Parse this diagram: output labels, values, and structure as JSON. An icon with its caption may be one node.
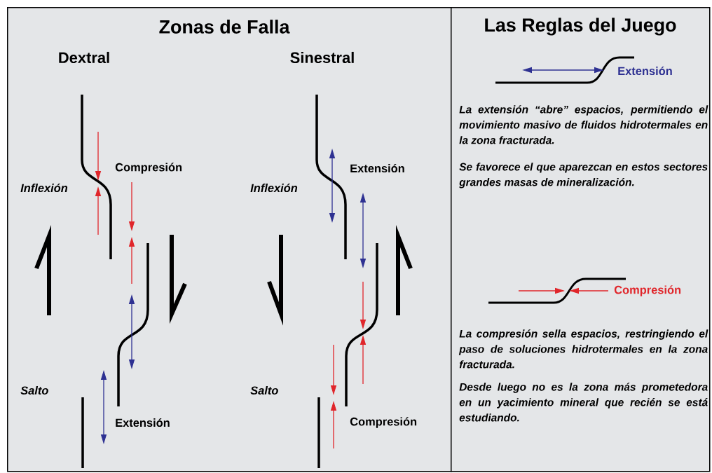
{
  "diagram": {
    "nodes": [
      {
        "text": [
          "Zonas de Falla"
        ]
      },
      {
        "text": [
          "Las Reglas del Juego",
          "La extensión “abre” espacios, permitiendo el movimiento masivo de fluidos hidrotermales en la zona fracturada.",
          "Se favorece el que aparezcan en estos sectores grandes masas de mineralización.",
          "La compresión sella espacios, restringiendo el paso de soluciones hidrotermales en la zona fracturada.",
          "Desde luego no es la zona más prometedora en un yacimiento mineral que recién se está estudiando."
        ]
      }
    ],
    "labels": [
      "Dextral",
      "Sinestral",
      "Extensión",
      "Compresión",
      "Extensión",
      "Inflexión",
      "Inflexión",
      "Compresión",
      "Salto",
      "Salto",
      "Extensión",
      "Compresión"
    ]
  }
}
